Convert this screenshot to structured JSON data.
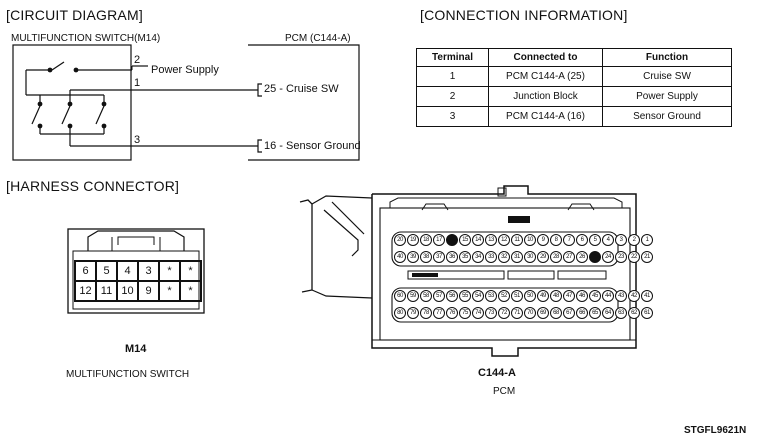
{
  "circuit": {
    "title": "[CIRCUIT DIAGRAM]",
    "switch_name": "MULTIFUNCTION SWITCH(M14)",
    "pcm_name": "PCM (C144-A)",
    "pin_2": "2",
    "pin_1": "1",
    "pin_3": "3",
    "power_supply": "Power Supply",
    "cruise_sw": "25 - Cruise SW",
    "sensor_ground": "16 - Sensor Ground"
  },
  "connection": {
    "title": "[CONNECTION INFORMATION]",
    "headers": [
      "Terminal",
      "Connected to",
      "Function"
    ],
    "rows": [
      [
        "1",
        "PCM C144-A (25)",
        "Cruise SW"
      ],
      [
        "2",
        "Junction Block",
        "Power Supply"
      ],
      [
        "3",
        "PCM C144-A (16)",
        "Sensor Ground"
      ]
    ]
  },
  "harness": {
    "title": "[HARNESS CONNECTOR]",
    "m14_rows": [
      [
        "6",
        "5",
        "4",
        "3",
        "*",
        "*"
      ],
      [
        "12",
        "11",
        "10",
        "9",
        "*",
        "*"
      ]
    ],
    "m14_code": "M14",
    "m14_name": "MULTIFUNCTION SWITCH",
    "pcm_code": "C144-A",
    "pcm_name": "PCM",
    "pcm_row1": [
      "20",
      "19",
      "18",
      "17",
      "16",
      "15",
      "14",
      "13",
      "12",
      "11",
      "10",
      "9",
      "8",
      "7",
      "6",
      "5",
      "4",
      "3",
      "2",
      "1"
    ],
    "pcm_row2": [
      "40",
      "39",
      "38",
      "37",
      "36",
      "35",
      "34",
      "33",
      "32",
      "31",
      "30",
      "29",
      "28",
      "27",
      "26",
      "25",
      "24",
      "23",
      "22",
      "21"
    ],
    "pcm_row3": [
      "60",
      "59",
      "58",
      "57",
      "56",
      "55",
      "54",
      "53",
      "52",
      "51",
      "50",
      "49",
      "48",
      "47",
      "46",
      "45",
      "44",
      "43",
      "42",
      "41"
    ],
    "pcm_row4": [
      "80",
      "79",
      "78",
      "77",
      "76",
      "75",
      "74",
      "73",
      "72",
      "71",
      "70",
      "69",
      "68",
      "67",
      "66",
      "65",
      "64",
      "63",
      "62",
      "61"
    ],
    "pcm_filled_pins": [
      "16",
      "25"
    ]
  },
  "figure_code": "STGFL9621N"
}
